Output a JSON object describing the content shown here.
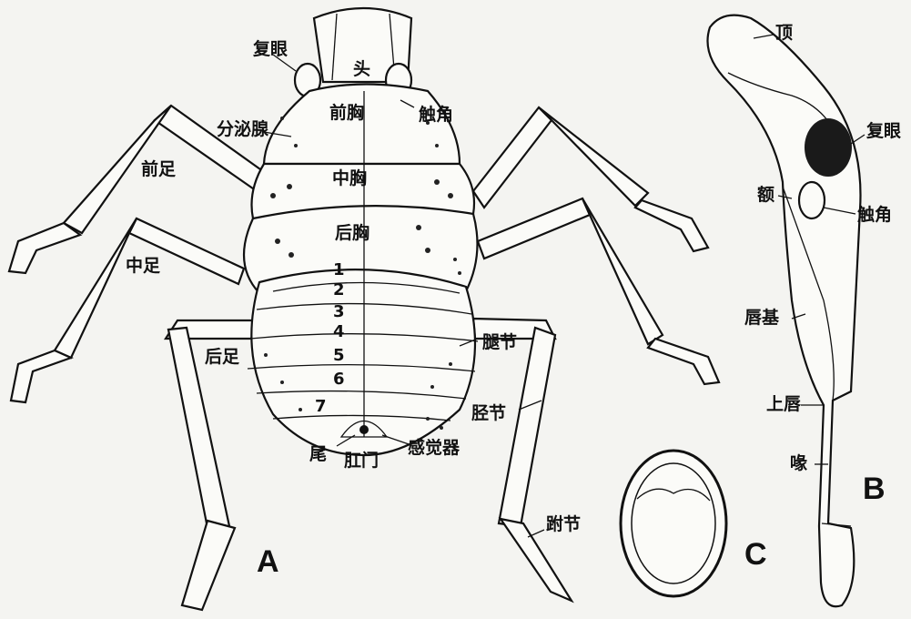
{
  "panel_a": {
    "letter": "A",
    "labels": {
      "compound_eye": "复眼",
      "head": "头",
      "antenna": "触角",
      "prothorax": "前胸",
      "secretory_gland": "分泌腺",
      "mesothorax": "中胸",
      "metathorax": "后胸",
      "foreleg": "前足",
      "midleg": "中足",
      "hindleg": "后足",
      "femur": "腿节",
      "tibia": "胫节",
      "tarsus": "跗节",
      "tail": "尾",
      "anus": "肛门",
      "sensory_organ": "感觉器"
    },
    "segments": [
      "1",
      "2",
      "3",
      "4",
      "5",
      "6",
      "7"
    ]
  },
  "panel_b": {
    "letter": "B",
    "labels": {
      "vertex": "顶",
      "compound_eye": "复眼",
      "frons": "额",
      "antenna": "触角",
      "labrum_base": "唇基",
      "labrum": "上唇",
      "beak": "喙"
    }
  },
  "panel_c": {
    "letter": "C"
  }
}
